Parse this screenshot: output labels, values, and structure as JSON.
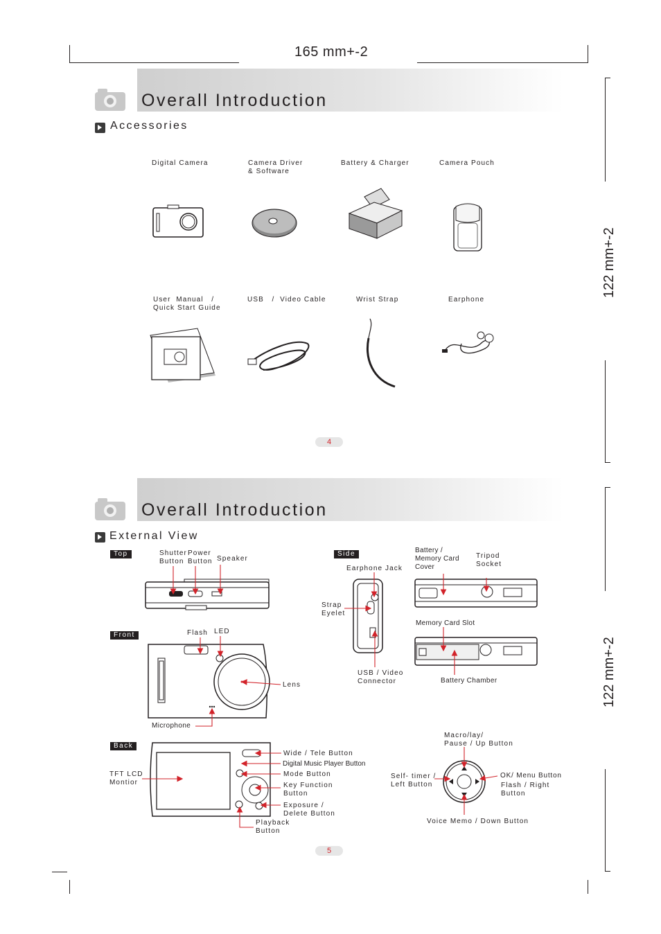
{
  "dimensions": {
    "width_label": "165 mm+-2",
    "height_label_top": "122 mm+-2",
    "height_label_bottom": "122 mm+-2"
  },
  "page4": {
    "banner_title": "Overall Introduction",
    "section_title": "Accessories",
    "items_row1": [
      "Digital Camera",
      "Camera Driver\n& Software",
      "Battery & Charger",
      "Camera Pouch"
    ],
    "items_row2": [
      "User  Manual   /\nQuick Start Guide",
      "USB   /  Video Cable",
      "Wrist Strap",
      "Earphone"
    ],
    "page_number": "4"
  },
  "page5": {
    "banner_title": "Overall Introduction",
    "section_title": "External View",
    "tags": {
      "top": "Top",
      "front": "Front",
      "back": "Back",
      "side": "Side"
    },
    "top_labels": {
      "shutter": "Shutter\nButton",
      "power": "Power\nButton",
      "speaker": "Speaker"
    },
    "front_labels": {
      "flash": "Flash",
      "led": "LED",
      "lens": "Lens",
      "microphone": "Microphone"
    },
    "back_labels": {
      "tft": "TFT LCD\nMontior",
      "wide_tele": "Wide / Tele Button",
      "music": "Digital Music Player Button",
      "mode": "Mode Button",
      "key_function": "Key Function\nButton",
      "exposure": "Exposure /\nDelete Button",
      "playback": "Playback\nButton"
    },
    "side_labels": {
      "earphone_jack": "Earphone Jack",
      "strap_eyelet": "Strap\nEyelet",
      "usb_video": "USB / Video\nConnector",
      "battery_cover": "Battery /\nMemory Card\nCover",
      "tripod": "Tripod\nSocket",
      "memory_slot": "Memory Card Slot",
      "battery_chamber": "Battery Chamber"
    },
    "dpad_labels": {
      "up": "Macro/lay/\nPause / Up Button",
      "left": "Self- timer /\nLeft Button",
      "ok": "OK/ Menu Button",
      "right": "Flash / Right\nButton",
      "down": "Voice Memo / Down Button"
    },
    "page_number": "5"
  },
  "colors": {
    "arrow_red": "#d2232a",
    "ink": "#231f20"
  }
}
